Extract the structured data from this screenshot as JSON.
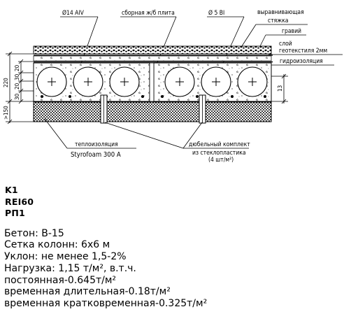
{
  "drawing": {
    "labels": {
      "rebar_14": "Ø14 AIV",
      "precast_slab": "сборная ж/б плита",
      "rebar_5": "Ø 5 BI",
      "screed_line1": "выравнивающая",
      "screed_line2": "стяжка",
      "gravel": "гравий",
      "geotextile_line1": "слой",
      "geotextile_line2": "геотекстиля 2мм",
      "waterproofing": "гидроизоляция",
      "insulation_line1": "теплоизоляция",
      "insulation_line2": "Styrofoam 300 A",
      "dowel_line1": "дюбельный комплект",
      "dowel_line2": "из стеклопластика",
      "dowel_line3": "(4 шт/м²)"
    },
    "dims": {
      "total": "220",
      "d1": "20",
      "d2": "30",
      "d3": "20",
      "d4": "30",
      "ins": ">150",
      "right": "13"
    }
  },
  "spec": {
    "codes": [
      "K1",
      "REI60",
      "РП1"
    ],
    "notes": [
      "Бетон: В-15",
      "Сетка колонн: 6х6 м",
      "Уклон: не менее 1,5-2%",
      "Нагрузка: 1,15 т/м², в.т.ч.",
      "постоянная-0.645т/м²",
      "временная длительная-0.18т/м²",
      "временная кратковременная-0.325т/м²"
    ]
  },
  "colors": {
    "ink": "#000000",
    "insulation_fill": "#3a3a3a",
    "background": "#ffffff"
  }
}
